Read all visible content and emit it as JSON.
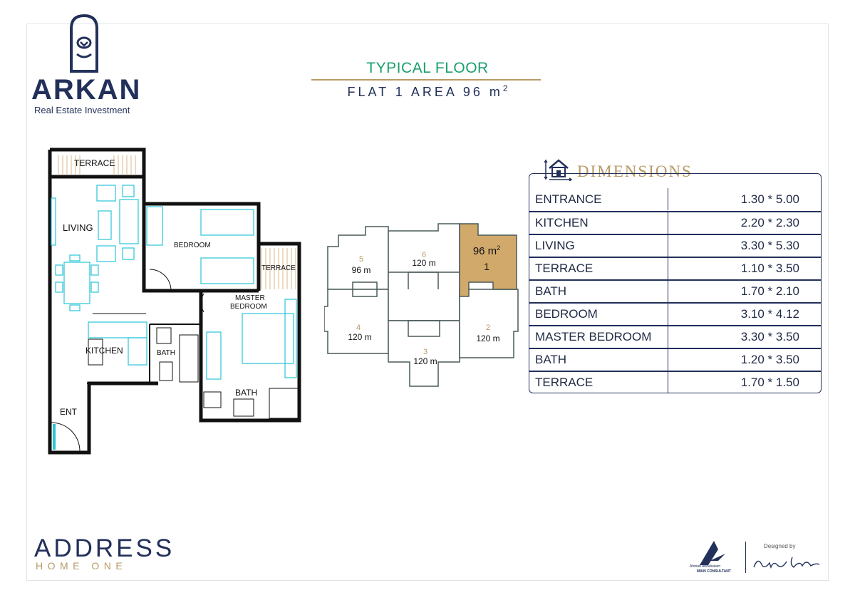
{
  "brand": {
    "name": "ARKAN",
    "tagline": "Real Estate Investment"
  },
  "header": {
    "title": "TYPICAL FLOOR",
    "subtitle": "FLAT 1 AREA 96 m",
    "subtitle_sup": "2"
  },
  "floor_plan": {
    "rooms": {
      "terrace_top": "TERRACE",
      "living": "LIVING",
      "bedroom": "BEDROOM",
      "terrace_right": "TERRACE",
      "master_bedroom_line1": "MASTER",
      "master_bedroom_line2": "BEDROOM",
      "kitchen": "KITCHEN",
      "bath_small": "BATH",
      "bath_bottom": "BATH",
      "entrance": "ENT"
    }
  },
  "key_plan": {
    "units": [
      {
        "number": "5",
        "area": "96 m"
      },
      {
        "number": "6",
        "area": "120 m"
      },
      {
        "number": "1",
        "area": "96 m",
        "area_sup": "2",
        "highlighted": true
      },
      {
        "number": "4",
        "area": "120 m"
      },
      {
        "number": "2",
        "area": "120 m"
      },
      {
        "number": "3",
        "area": "120 m"
      }
    ],
    "highlight_color": "#d1a96b"
  },
  "dimensions": {
    "title": "DIMENSIONS",
    "icon": "house-dimensions-icon",
    "rows": [
      {
        "room": "ENTRANCE",
        "size": "1.30 * 5.00"
      },
      {
        "room": "KITCHEN",
        "size": "2.20 * 2.30"
      },
      {
        "room": "LIVING",
        "size": "3.30 * 5.30"
      },
      {
        "room": "TERRACE",
        "size": "1.10 * 3.50"
      },
      {
        "room": "BATH",
        "size": "1.70 * 2.10"
      },
      {
        "room": "BEDROOM",
        "size": "3.10 * 4.12"
      },
      {
        "room": "MASTER BEDROOM",
        "size": "3.30 * 3.50"
      },
      {
        "room": "BATH",
        "size": "1.20 * 3.50"
      },
      {
        "room": "TERRACE",
        "size": "1.70 * 1.50"
      }
    ]
  },
  "footer": {
    "project_name": "ADDRESS",
    "project_sub": "HOME ONE",
    "consultant_name": "Ahmad Abdalsalam",
    "consultant_role": "MAIN CONSULTANT",
    "designed_by": "Designed by"
  },
  "colors": {
    "navy": "#22305a",
    "gold": "#b89a66",
    "green": "#1aa06d"
  }
}
